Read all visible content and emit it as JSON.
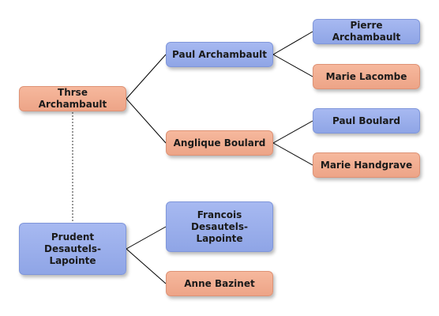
{
  "people": {
    "therese": {
      "name": "Thrse Archambault",
      "sex": "female"
    },
    "paul_a": {
      "name": "Paul Archambault",
      "sex": "male"
    },
    "pierre": {
      "name": "Pierre Archambault",
      "sex": "male"
    },
    "marie_l": {
      "name": "Marie Lacombe",
      "sex": "female"
    },
    "angelique": {
      "name": "Anglique Boulard",
      "sex": "female"
    },
    "paul_b": {
      "name": "Paul Boulard",
      "sex": "male"
    },
    "marie_h": {
      "name": "Marie Handgrave",
      "sex": "female"
    },
    "prudent": {
      "name": "Prudent Desautels-Lapointe",
      "sex": "male"
    },
    "francois": {
      "name": "Francois Desautels-Lapointe",
      "sex": "male"
    },
    "anne": {
      "name": "Anne Bazinet",
      "sex": "female"
    }
  },
  "colors": {
    "male": "#9aaeec",
    "female": "#f1ad90",
    "line": "#000000",
    "spouse_line": "#666666"
  }
}
